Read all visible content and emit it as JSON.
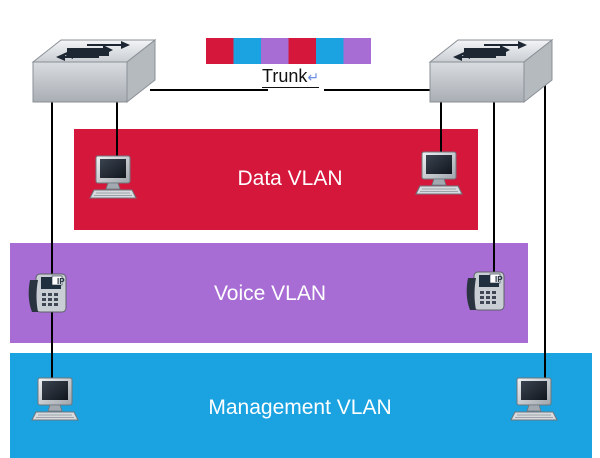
{
  "vlans": {
    "data": {
      "label": "Data VLAN",
      "color": "#d5173c"
    },
    "voice": {
      "label": "Voice VLAN",
      "color": "#a86dd4"
    },
    "management": {
      "label": "Management VLAN",
      "color": "#1aa3e0"
    }
  },
  "trunk": {
    "label": "Trunk",
    "mark": "↵",
    "frame_colors": [
      "#d5173c",
      "#1aa3e0",
      "#a86dd4",
      "#d5173c",
      "#1aa3e0",
      "#a86dd4"
    ]
  },
  "ip_phone_badge": "IP",
  "colors": {
    "switch_body": "#cfd3d8",
    "switch_top": "#e4e7ea",
    "cable": "#000000"
  },
  "icons": {
    "switch": "layer2-switch-icon",
    "pc": "desktop-computer-icon",
    "phone": "ip-phone-icon"
  }
}
